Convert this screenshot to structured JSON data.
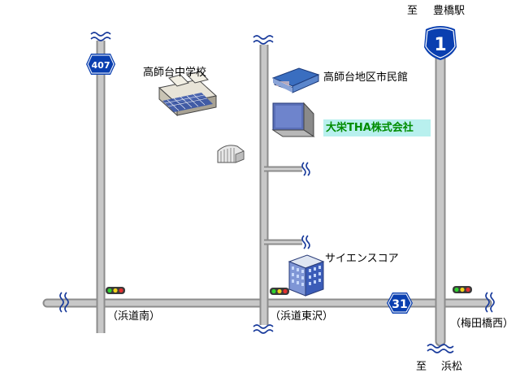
{
  "labels": {
    "to_toyohashi_prefix": "至",
    "to_toyohashi_name": "豊橋駅",
    "to_hamamatsu_prefix": "至",
    "to_hamamatsu_name": "浜松",
    "takashidai_school": "高師台中学校",
    "civic_hall": "高師台地区市民館",
    "company": "大栄THA株式会社",
    "science_core": "サイエンスコア",
    "hamamichi_minami": "（浜道南）",
    "hamamichi_higashizawa": "（浜道東沢）",
    "umedabashi_nishi": "（梅田橋西）"
  },
  "route_shields": {
    "route_407": "407",
    "route_1": "1",
    "route_31": "31"
  },
  "colors": {
    "road_fill": "#c0c0c0",
    "road_edge": "#8c8c8c",
    "shield_blue": "#0a3fb0",
    "company_bg": "#b8f0ee",
    "company_text": "#008c00",
    "wave_blue": "#1a3c9c"
  },
  "icons": [
    "school-building-icon",
    "civic-hall-icon",
    "company-building-icon",
    "greenhouse-icon",
    "science-core-building-icon",
    "traffic-signal-icon"
  ]
}
